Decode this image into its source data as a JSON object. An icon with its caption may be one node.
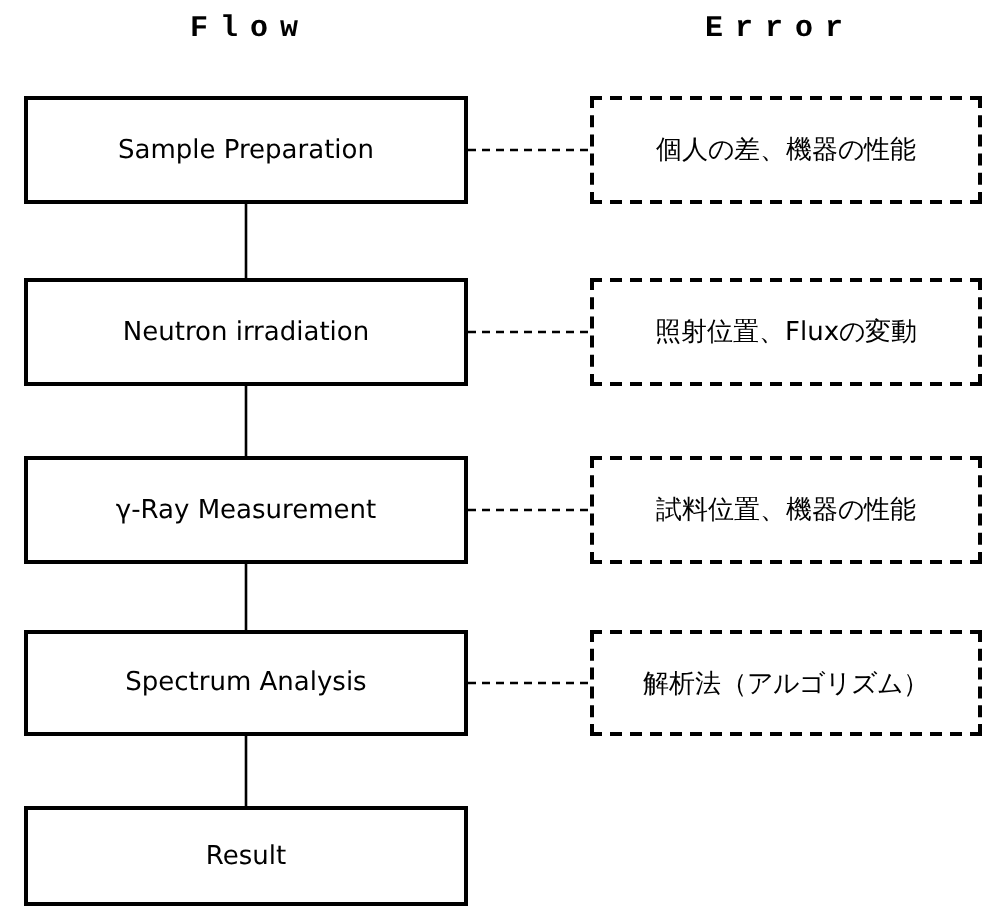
{
  "diagram": {
    "nodes": [
      {
        "text": [
          "Sample Preparation"
        ]
      },
      {
        "text": [
          "Neutron irradiation"
        ]
      },
      {
        "text": [
          "γ-Ray Measurement"
        ]
      },
      {
        "text": [
          "Spectrum Analysis"
        ]
      },
      {
        "text": [
          "Result"
        ]
      },
      {
        "text": [
          "個人の差、機器の性能"
        ]
      },
      {
        "text": [
          "照射位置、Fluxの変動"
        ]
      },
      {
        "text": [
          "試料位置、機器の性能"
        ]
      },
      {
        "text": [
          "解析法（アルゴリズム）"
        ]
      }
    ],
    "edges": [
      {
        "from": 0,
        "to": 1,
        "arrow": "none"
      },
      {
        "from": 1,
        "to": 2,
        "arrow": "none"
      },
      {
        "from": 2,
        "to": 3,
        "arrow": "none"
      },
      {
        "from": 3,
        "to": 4,
        "arrow": "none"
      },
      {
        "from": 0,
        "to": 5,
        "arrow": "none",
        "style": "dashed"
      },
      {
        "from": 1,
        "to": 6,
        "arrow": "none",
        "style": "dashed"
      },
      {
        "from": 2,
        "to": 7,
        "arrow": "none",
        "style": "dashed"
      },
      {
        "from": 3,
        "to": 8,
        "arrow": "none",
        "style": "dashed"
      }
    ],
    "labels": [
      "Flow",
      "Error"
    ]
  }
}
